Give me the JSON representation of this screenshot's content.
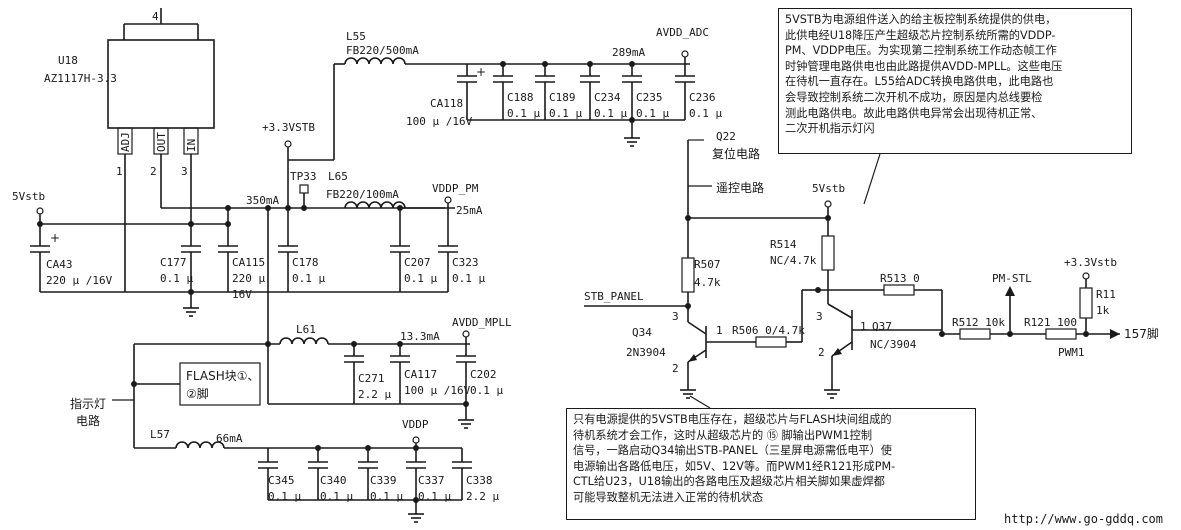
{
  "labels": {
    "u18_ref": "U18",
    "u18_part": "AZ1117H-3.3",
    "u18_pin4": "4",
    "pin_adj": "ADJ",
    "pin_out": "OUT",
    "pin_in": "IN",
    "pin_1": "1",
    "pin_2": "2",
    "pin_3": "3",
    "net_5vstb_left": "5Vstb",
    "ca43": "CA43",
    "ca43_val": "220 μ /16V",
    "c177": "C177",
    "c177_val": "0.1 μ",
    "ca115": "CA115",
    "ca115_val": "220 μ",
    "ca115_v": "16V",
    "net_33vstb": "+3.3VSTB",
    "current_350": "350mA",
    "tp33": "TP33",
    "l65": "L65",
    "l65_val": "FB220/100mA",
    "net_vddp_pm": "VDDP_PM",
    "current_25": "25mA",
    "c178": "C178",
    "c178_val": "0.1 μ",
    "c207": "C207",
    "c207_val": "0.1 μ",
    "c323": "C323",
    "c323_val": "0.1 μ",
    "l55": "L55",
    "l55_val": "FB220/500mA",
    "net_avdd_adc": "AVDD_ADC",
    "current_289": "289mA",
    "ca118": "CA118",
    "ca118_val": "100 μ /16V",
    "c188": "C188",
    "c188_val": "0.1 μ",
    "c189": "C189",
    "c189_val": "0.1 μ",
    "c234": "C234",
    "c234_val": "0.1 μ",
    "c235": "C235",
    "c235_val": "0.1 μ",
    "c236": "C236",
    "c236_val": "0.1 μ",
    "l61": "L61",
    "net_avdd_mpll": "AVDD_MPLL",
    "current_133": "13.3mA",
    "c271": "C271",
    "c271_val": "2.2 μ",
    "ca117": "CA117",
    "ca117_val": "100 μ /16V",
    "c202": "C202",
    "c202_val": "0.1 μ",
    "flash_box_1": "FLASH块①、",
    "flash_box_2": "②脚",
    "indicator_1": "指示灯",
    "indicator_2": "电路",
    "l57": "L57",
    "current_66": "66mA",
    "net_vddp": "VDDP",
    "c345": "C345",
    "c345_val": "0.1 μ",
    "c340": "C340",
    "c340_val": "0.1 μ",
    "c339": "C339",
    "c339_val": "0.1 μ",
    "c337": "C337",
    "c337_val": "0.1 μ",
    "c338": "C338",
    "c338_val": "2.2 μ",
    "q22": "Q22",
    "reset_circuit": "复位电路",
    "remote_circuit": "遥控电路",
    "net_5vstb_right": "5Vstb",
    "r507": "R507",
    "r507_val": "4.7k",
    "r514": "R514",
    "r514_val": "NC/4.7k",
    "stb_panel": "STB_PANEL",
    "q34": "Q34",
    "q34_part": "2N3904",
    "r506": "R506 0/4.7k",
    "r513": "R513 0",
    "q37": "Q37",
    "q37_part": "NC/3904",
    "pm_stl": "PM-STL",
    "net_33vstb_right": "+3.3Vstb",
    "r11": "R11",
    "r11_val": "1k",
    "r512": "R512 10k",
    "r121": "R121 100",
    "pwm1": "PWM1",
    "pin_157": "157脚",
    "q_pin1a": "1",
    "q_pin2a": "2",
    "q_pin3a": "3",
    "q_pin1b": "1",
    "q_pin2b": "2",
    "q_pin3b": "3"
  },
  "note_top": [
    "5VSTB为电源组件送入的给主板控制系统提供的供电，",
    "此供电经U18降压产生超级芯片控制系统所需的VDDP-",
    "PM、VDDP电压。为实现第二控制系统工作动态帧工作",
    "时钟管理电路供电也由此路提供AVDD-MPLL。这些电压",
    "在待机一直存在。L55给ADC转换电路供电，此电路也",
    "会导致控制系统二次开机不成功，原因是内总线要检",
    "测此电路供电。故此电路供电异常会出现待机正常、",
    "二次开机指示灯闪"
  ],
  "note_bottom": [
    "只有电源提供的5VSTB电压存在，超级芯片与FLASH块间组成的",
    "待机系统才会工作，这时从超级芯片的 ⑮ 脚输出PWM1控制",
    "信号，一路启动Q34输出STB-PANEL（三星屏电源需低电平）使",
    "电源输出各路低电压，如5V、12V等。而PWM1经R121形成PM-",
    "CTL给U23，U18输出的各路电压及超级芯片相关脚如果虚焊都",
    "可能导致整机无法进入正常的待机状态"
  ],
  "watermark": "http://www.go-gddq.com"
}
